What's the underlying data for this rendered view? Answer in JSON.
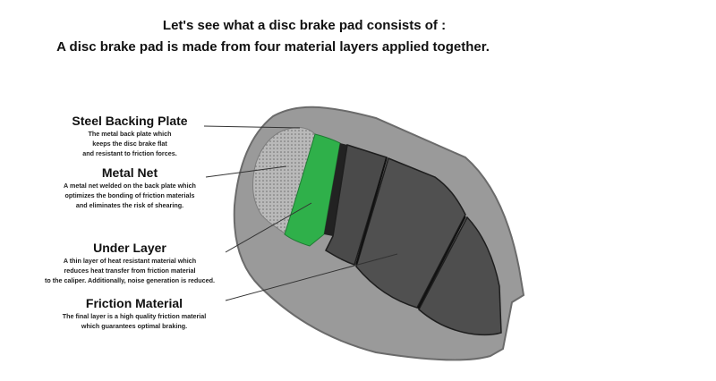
{
  "header": {
    "line1": "Let's see what a disc brake pad consists of :",
    "line2": "A disc brake pad is made from four material layers applied together."
  },
  "layers": [
    {
      "title": "Steel Backing Plate",
      "desc": [
        "The metal back plate which",
        "keeps the disc brake flat",
        "and resistant to friction forces."
      ]
    },
    {
      "title": "Metal Net",
      "desc": [
        "A metal net welded on the back plate which",
        "optimizes the bonding of friction materials",
        "and eliminates the risk of shearing."
      ]
    },
    {
      "title": "Under Layer",
      "desc": [
        "A thin layer of heat resistant material which",
        "reduces heat transfer from friction material",
        "to the caliper. Additionally, noise generation is reduced."
      ]
    },
    {
      "title": "Friction Material",
      "desc": [
        "The final layer is a high quality friction material",
        "which guarantees optimal braking."
      ]
    }
  ],
  "colors": {
    "backing_plate": "#8a8a8a",
    "metal_net": "#b5b5b5",
    "under_layer": "#2fb04a",
    "friction_material": "#4b4b4b"
  }
}
